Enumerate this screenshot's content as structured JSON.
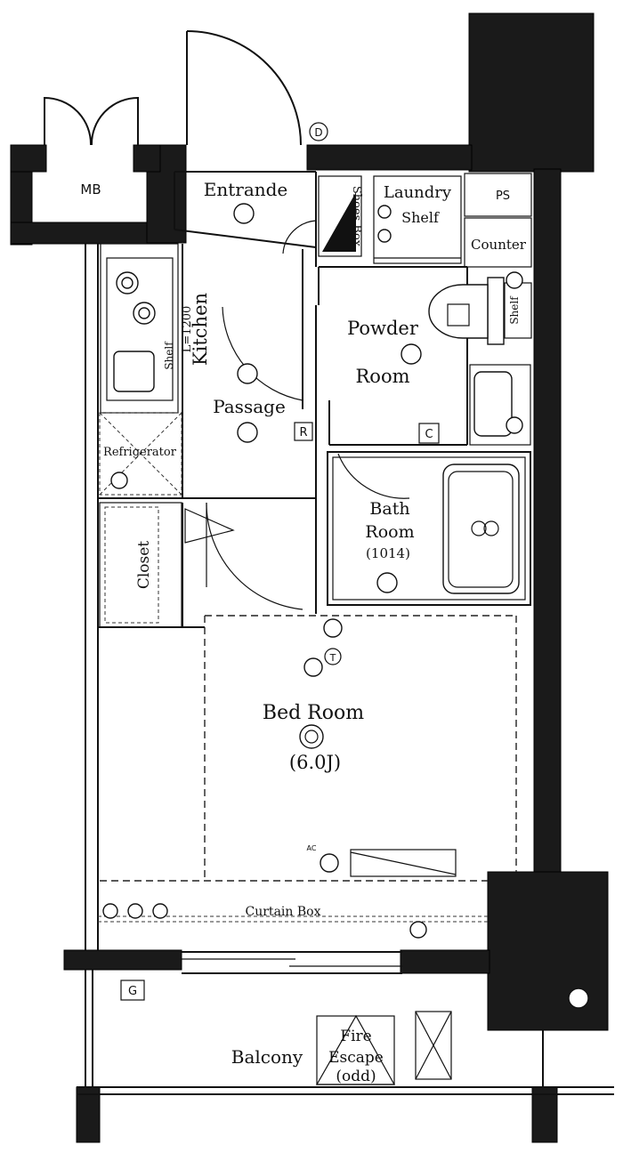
{
  "rooms": {
    "mb": "MB",
    "entrance": "Entrande",
    "shoes_box": "Shoes Box",
    "laundry_line1": "Laundry",
    "laundry_line2": "Shelf",
    "ps": "PS",
    "counter": "Counter",
    "shelf_right": "Shelf",
    "kitchen": "Kitchen",
    "kitchen_dim": "L=1200",
    "shelf_kitchen": "Shelf",
    "powder_line1": "Powder",
    "powder_line2": "Room",
    "passage": "Passage",
    "refrigerator": "Refrigerator",
    "bath_line1": "Bath",
    "bath_line2": "Room",
    "bath_size": "(1014)",
    "closet": "Closet",
    "bedroom": "Bed Room",
    "bedroom_size": "(6.0J)",
    "curtain_box": "Curtain Box",
    "balcony": "Balcony",
    "fire_line1": "Fire",
    "fire_line2": "Escape",
    "fire_line3": "(odd)"
  },
  "tags": {
    "d": "D",
    "r": "R",
    "c": "C",
    "t": "T",
    "g": "G",
    "ac": "AC"
  }
}
